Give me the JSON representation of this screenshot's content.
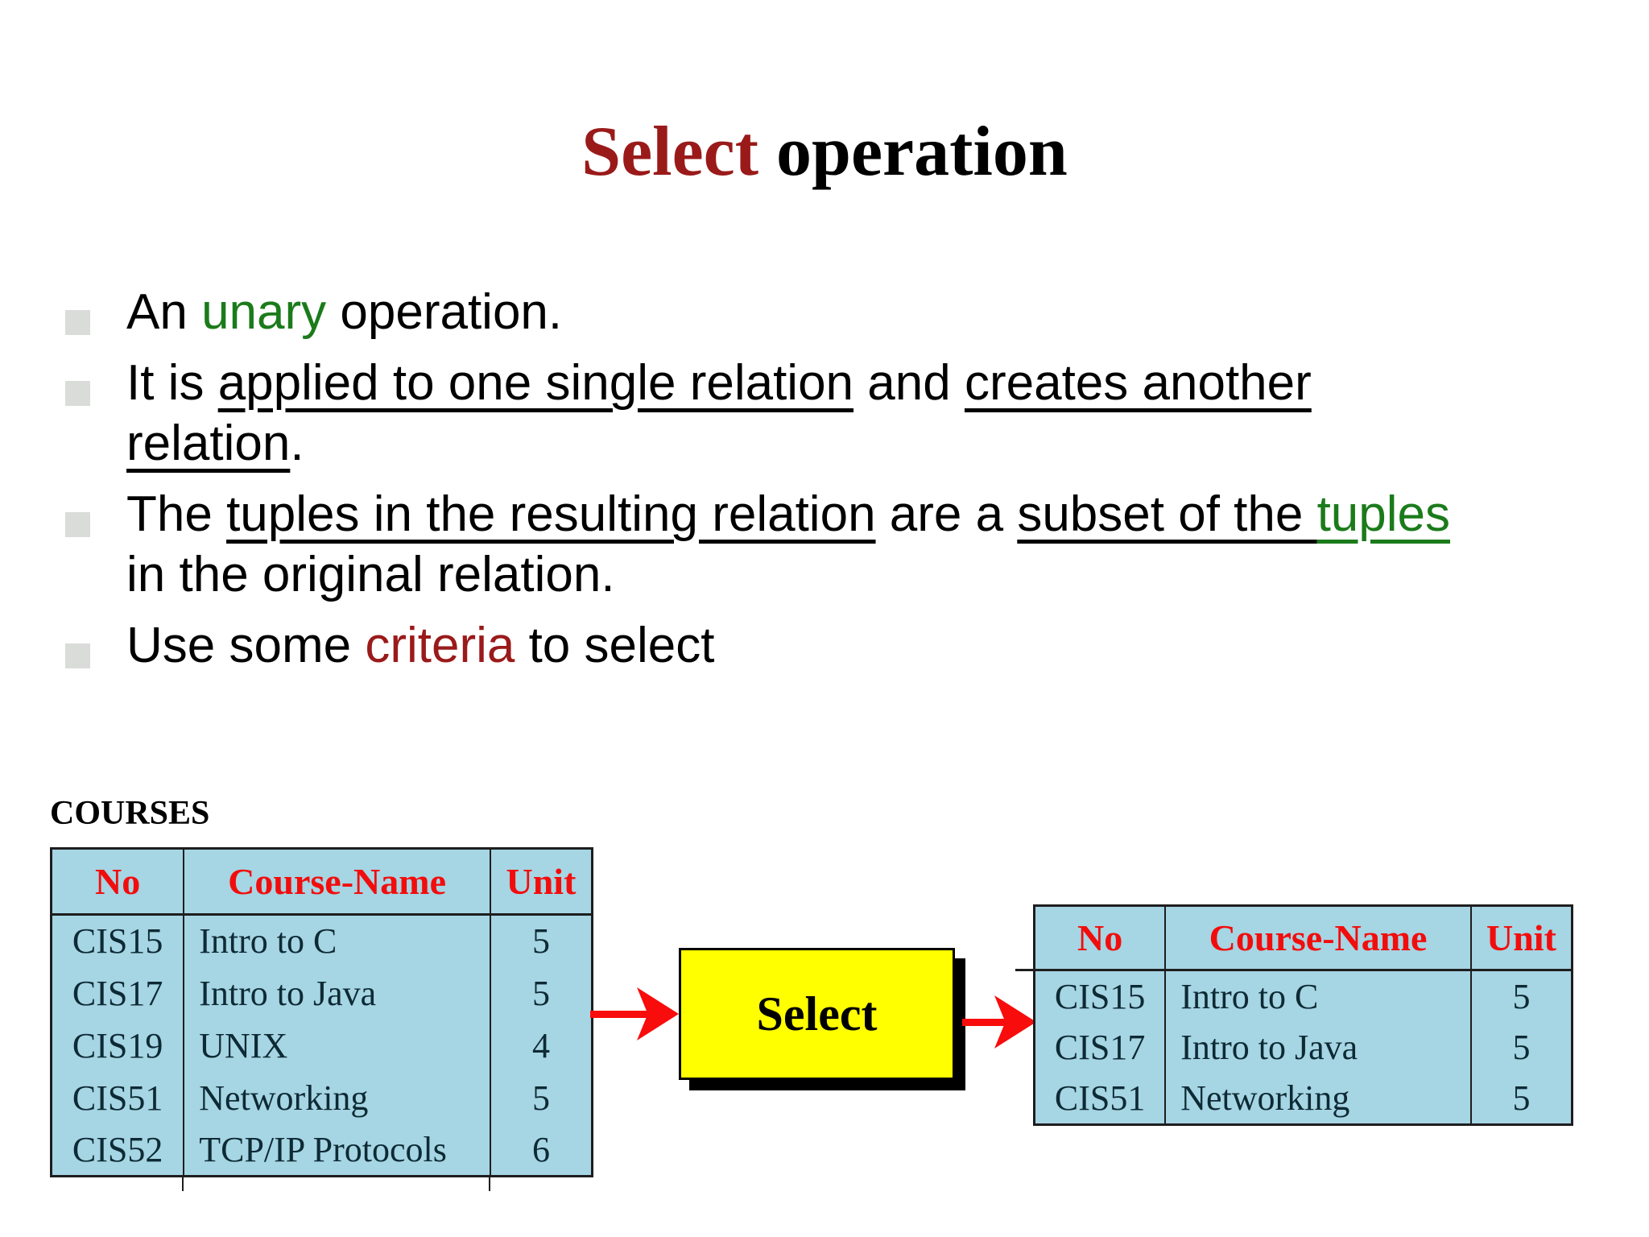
{
  "slide": {
    "title_parts": [
      {
        "text": "Select ",
        "color": "darkred"
      },
      {
        "text": "operation"
      }
    ],
    "bullets": [
      {
        "lines": [
          [
            {
              "text": "An "
            },
            {
              "text": "unary",
              "color": "green"
            },
            {
              "text": " operation."
            }
          ]
        ]
      },
      {
        "lines": [
          [
            {
              "text": "It is "
            },
            {
              "text": "applied to one single relation",
              "underline": true
            },
            {
              "text": " and "
            },
            {
              "text": "creates another",
              "underline": true
            }
          ],
          [
            {
              "text": "relation",
              "underline": true
            },
            {
              "text": "."
            }
          ]
        ]
      },
      {
        "lines": [
          [
            {
              "text": "The "
            },
            {
              "text": "tuples in the resulting relation",
              "underline": true
            },
            {
              "text": " are a "
            },
            {
              "text": "subset of the ",
              "underline": true
            },
            {
              "text": "tuples",
              "color": "green",
              "underline": true
            }
          ],
          [
            {
              "text": "in the original relation."
            }
          ]
        ]
      },
      {
        "lines": [
          [
            {
              "text": "Use some "
            },
            {
              "text": "criteria",
              "color": "darkred"
            },
            {
              "text": " to select"
            }
          ]
        ]
      }
    ],
    "diagram": {
      "source_label": "COURSES",
      "source_table": {
        "headers": [
          "No",
          "Course-Name",
          "Unit"
        ],
        "rows": [
          [
            "CIS15",
            "Intro to C",
            "5"
          ],
          [
            "CIS17",
            "Intro to Java",
            "5"
          ],
          [
            "CIS19",
            "UNIX",
            "4"
          ],
          [
            "CIS51",
            "Networking",
            "5"
          ],
          [
            "CIS52",
            "TCP/IP Protocols",
            "6"
          ]
        ]
      },
      "operator_label": "Select",
      "result_table": {
        "headers": [
          "No",
          "Course-Name",
          "Unit"
        ],
        "rows": [
          [
            "CIS15",
            "Intro to C",
            "5"
          ],
          [
            "CIS17",
            "Intro to Java",
            "5"
          ],
          [
            "CIS51",
            "Networking",
            "5"
          ]
        ]
      }
    },
    "colors": {
      "title_red": "#9a1a1a",
      "keyword_green": "#1b7b1b",
      "table_fill": "#a6d5e3",
      "table_header_red": "#f20d0d",
      "table_text": "#0d2a35",
      "arrow_red": "#f80c0c",
      "operator_fill": "#ffff00"
    }
  }
}
